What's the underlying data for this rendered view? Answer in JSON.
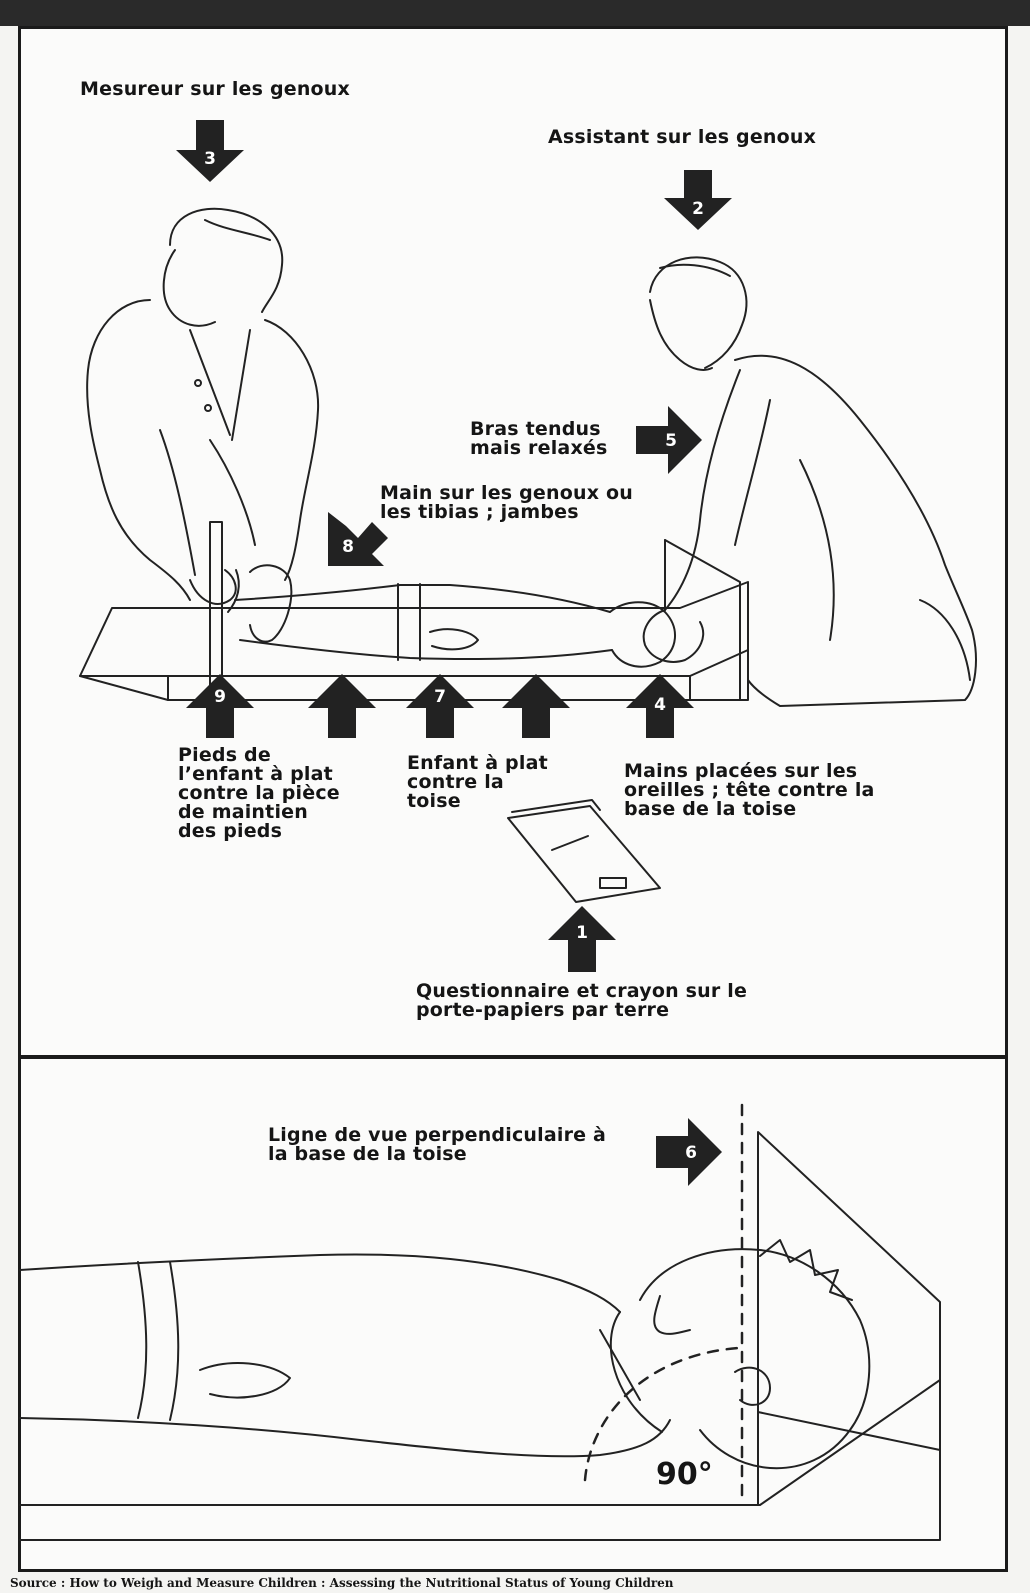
{
  "labels": {
    "l3": "Mesureur sur les genoux",
    "l2": "Assistant sur les genoux",
    "l5": "Bras tendus\nmais relaxés",
    "l8": "Main sur les genoux ou\nles tibias ; jambes",
    "l9": "Pieds de\nl’enfant à plat\ncontre la pièce\nde maintien\ndes pieds",
    "l7": "Enfant à plat\ncontre la\ntoise",
    "l4": "Mains placées sur les\noreilles ;  tête contre la\nbase de la toise",
    "l1": "Questionnaire et crayon sur le\nporte-papiers par terre",
    "l6": "Ligne de vue perpendiculaire à\nla base de la toise"
  },
  "arrows": {
    "a1": "1",
    "a2": "2",
    "a3": "3",
    "a4": "4",
    "a5": "5",
    "a6": "6",
    "a7": "7",
    "a8": "8",
    "a9": "9"
  },
  "angle_label": "90°",
  "source": "Source : How to Weigh and Measure Children : Assessing the Nutritional Status of Young Children"
}
